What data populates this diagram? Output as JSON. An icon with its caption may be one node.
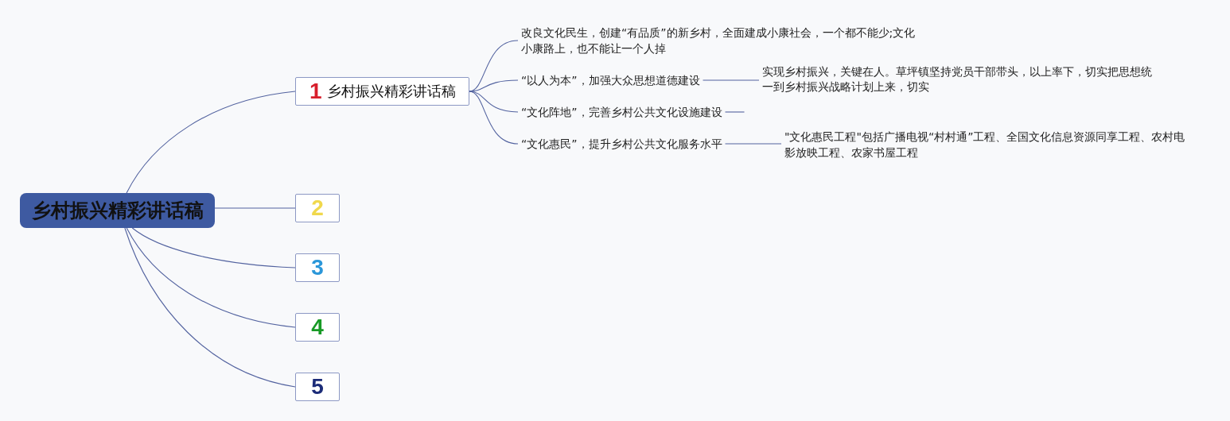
{
  "diagram": {
    "nodes": [
      {
        "text": [
          "乡村振兴精彩讲话稿"
        ]
      },
      {
        "text": [
          "1",
          "乡村振兴精彩讲话稿"
        ]
      },
      {
        "text": [
          "改良文化民生，创建“有品质”的新乡村，全面建成小康社会，一个都不能少;文化小康路上，也不能让一个人掉"
        ]
      },
      {
        "text": [
          "“以人为本”，加强大众思想道德建设"
        ]
      },
      {
        "text": [
          "实现乡村振兴，关键在人。草坪镇坚持党员干部带头，以上率下，切实把思想统一到乡村振兴战略计划上来，切实"
        ]
      },
      {
        "text": [
          "“文化阵地”，完善乡村公共文化设施建设"
        ]
      },
      {
        "text": [
          "“文化惠民”，提升乡村公共文化服务水平"
        ]
      },
      {
        "text": [
          "\"文化惠民工程\"包括广播电视“村村通”工程、全国文化信息资源同享工程、农村电影放映工程、农家书屋工程"
        ]
      },
      {
        "text": [
          "2"
        ]
      },
      {
        "text": [
          "3"
        ]
      },
      {
        "text": [
          "4"
        ]
      },
      {
        "text": [
          "5"
        ]
      }
    ],
    "edges": [
      {
        "from": 0,
        "to": 1,
        "arrow": "none"
      },
      {
        "from": 1,
        "to": 2,
        "arrow": "none"
      },
      {
        "from": 1,
        "to": 3,
        "arrow": "none"
      },
      {
        "from": 3,
        "to": 4,
        "arrow": "none"
      },
      {
        "from": 1,
        "to": 5,
        "arrow": "none"
      },
      {
        "from": 5,
        "to": null,
        "arrow": "none"
      },
      {
        "from": 1,
        "to": 6,
        "arrow": "none"
      },
      {
        "from": 6,
        "to": 7,
        "arrow": "none"
      },
      {
        "from": 0,
        "to": 8,
        "arrow": "none"
      },
      {
        "from": 0,
        "to": 9,
        "arrow": "none"
      },
      {
        "from": 0,
        "to": 10,
        "arrow": "none"
      },
      {
        "from": 0,
        "to": 11,
        "arrow": "none"
      }
    ]
  }
}
